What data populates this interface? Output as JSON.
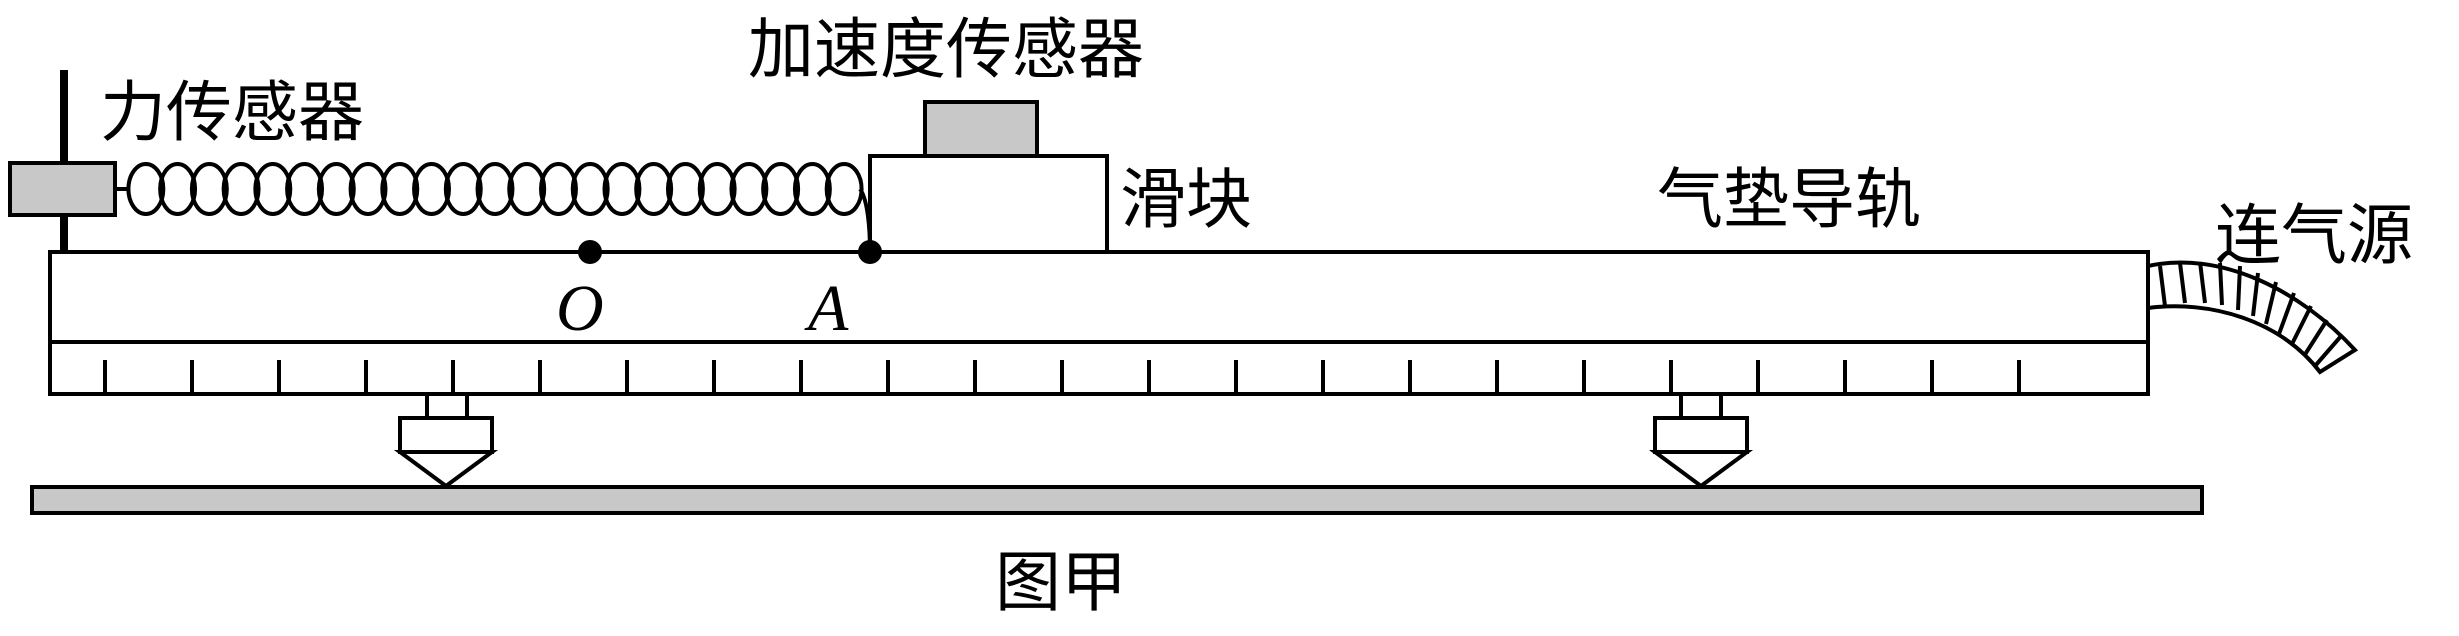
{
  "labels": {
    "force_sensor": "力传感器",
    "accel_sensor": "加速度传感器",
    "slider": "滑块",
    "air_track": "气垫导轨",
    "air_source": "连气源",
    "point_o": "O",
    "point_a": "A",
    "caption": "图甲"
  },
  "colors": {
    "stroke": "#000000",
    "sensor_fill": "#c8c8c8",
    "table_fill": "#c8c8c8",
    "background": "#ffffff"
  }
}
